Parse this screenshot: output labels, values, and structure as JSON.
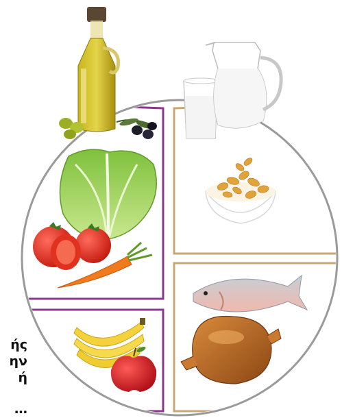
{
  "side_text": [
    "ής",
    "ην",
    "ή",
    "…"
  ],
  "colors": {
    "plate_rim": "#9a9a9a",
    "vegetables_fruit_frame": "#8a3a8c",
    "dairy_cereal_protein_frame": "#c9a774"
  },
  "icons": {
    "olive_oil": "oil-bottle-icon",
    "olives": "olives-icon",
    "milk": "milk-jug-icon",
    "glass": "milk-glass-icon",
    "cereal": "cereal-bowl-icon",
    "lettuce": "lettuce-icon",
    "tomatoes": "tomato-icon",
    "carrot": "carrot-icon",
    "bananas": "banana-icon",
    "apple": "apple-icon",
    "fish": "fish-icon",
    "chicken": "chicken-icon"
  }
}
